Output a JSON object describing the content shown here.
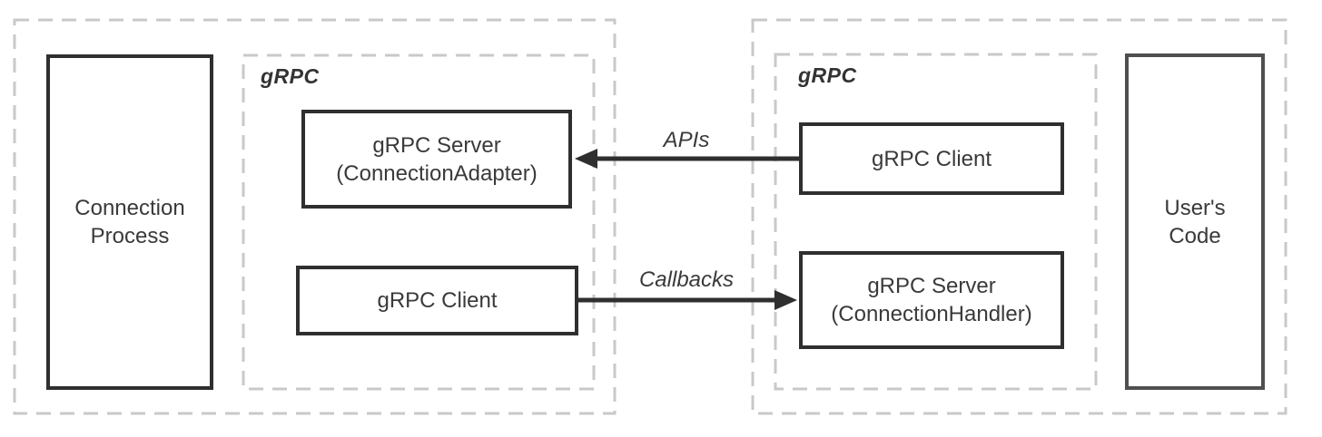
{
  "diagram": {
    "left_group": {
      "process_label": "Connection Process",
      "grpc_label": "gRPC",
      "server_box": {
        "line1": "gRPC Server",
        "line2": "(ConnectionAdapter)"
      },
      "client_box": {
        "label": "gRPC Client"
      }
    },
    "right_group": {
      "grpc_label": "gRPC",
      "client_box": {
        "label": "gRPC Client"
      },
      "server_box": {
        "line1": "gRPC Server",
        "line2": "(ConnectionHandler)"
      },
      "code_label": "User's Code"
    },
    "arrows": {
      "apis": {
        "label": "APIs",
        "direction": "left"
      },
      "callbacks": {
        "label": "Callbacks",
        "direction": "right"
      }
    },
    "colors": {
      "dashed_border": "#c9c9c9",
      "solid_border": "#2f2f2f",
      "user_code_border": "#4f4f4f",
      "text": "#3a3a3a",
      "arrow": "#2f2f2f"
    }
  }
}
